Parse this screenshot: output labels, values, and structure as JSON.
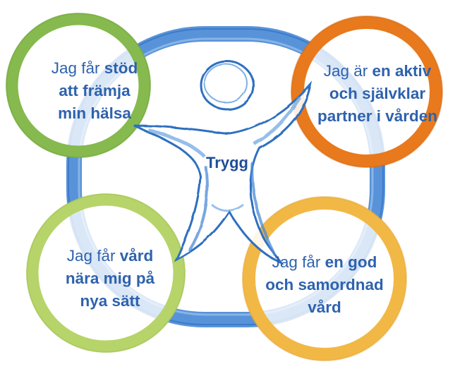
{
  "diagram": {
    "center_label": "Trygg",
    "circles": [
      {
        "id": "top-left",
        "color": "#86b94e",
        "lines": [
          [
            {
              "text": "Jag får ",
              "bold": false
            },
            {
              "text": "stöd",
              "bold": true
            }
          ],
          [
            {
              "text": "att främja",
              "bold": true
            }
          ],
          [
            {
              "text": "min hälsa",
              "bold": true
            }
          ]
        ]
      },
      {
        "id": "top-right",
        "color": "#e8791c",
        "lines": [
          [
            {
              "text": "Jag är ",
              "bold": false
            },
            {
              "text": "en aktiv",
              "bold": true
            }
          ],
          [
            {
              "text": "och självklar",
              "bold": true
            }
          ],
          [
            {
              "text": "partner i vården",
              "bold": true
            }
          ]
        ]
      },
      {
        "id": "bottom-left",
        "color": "#b6d46a",
        "lines": [
          [
            {
              "text": "Jag får ",
              "bold": false
            },
            {
              "text": "vård",
              "bold": true
            }
          ],
          [
            {
              "text": "nära mig på",
              "bold": true
            }
          ],
          [
            {
              "text": "nya sätt",
              "bold": true
            }
          ]
        ]
      },
      {
        "id": "bottom-right",
        "color": "#f2b846",
        "lines": [
          [
            {
              "text": "Jag får ",
              "bold": false
            },
            {
              "text": "en god",
              "bold": true
            }
          ],
          [
            {
              "text": "och samordnad",
              "bold": true
            }
          ],
          [
            {
              "text": "vård",
              "bold": true
            }
          ]
        ]
      }
    ],
    "colors": {
      "text": "#2e62ad",
      "ring_blue": "#3c7fcf",
      "figure_blue": "#2f6fc0"
    },
    "icon": "person-figure-icon"
  }
}
